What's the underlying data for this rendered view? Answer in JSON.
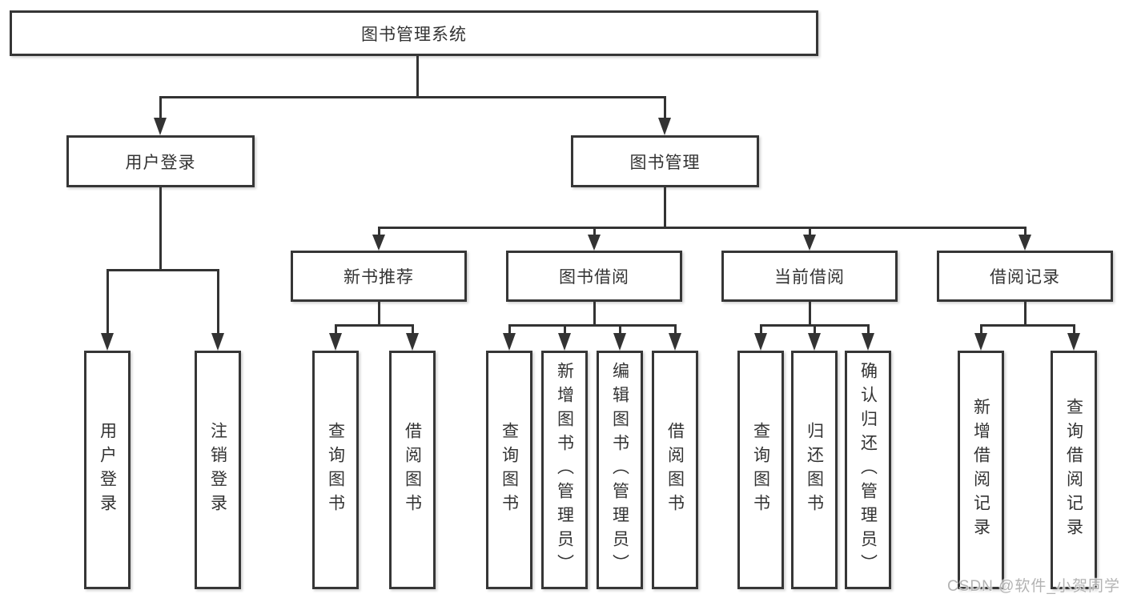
{
  "diagram": {
    "root": {
      "label": "图书管理系统"
    },
    "level2": {
      "user_login": {
        "label": "用户登录"
      },
      "book_mgmt": {
        "label": "图书管理"
      }
    },
    "level3": {
      "new_books": {
        "label": "新书推荐"
      },
      "borrowing": {
        "label": "图书借阅"
      },
      "current": {
        "label": "当前借阅"
      },
      "records": {
        "label": "借阅记录"
      }
    },
    "leaves": {
      "user_login": [
        "用户登录",
        "注销登录"
      ],
      "new_books": [
        "查询图书",
        "借阅图书"
      ],
      "borrowing": [
        "查询图书",
        "新增图书（管理员）",
        "编辑图书（管理员）",
        "借阅图书"
      ],
      "current": [
        "查询图书",
        "归还图书",
        "确认归还（管理员）"
      ],
      "records": [
        "新增借阅记录",
        "查询借阅记录"
      ]
    }
  },
  "watermark": {
    "text": "CSDN @软件_小贺同学"
  },
  "colors": {
    "line": "#333333",
    "border": "#363636",
    "text": "#333333",
    "watermark": "#b3b3b3",
    "background": "#ffffff"
  }
}
